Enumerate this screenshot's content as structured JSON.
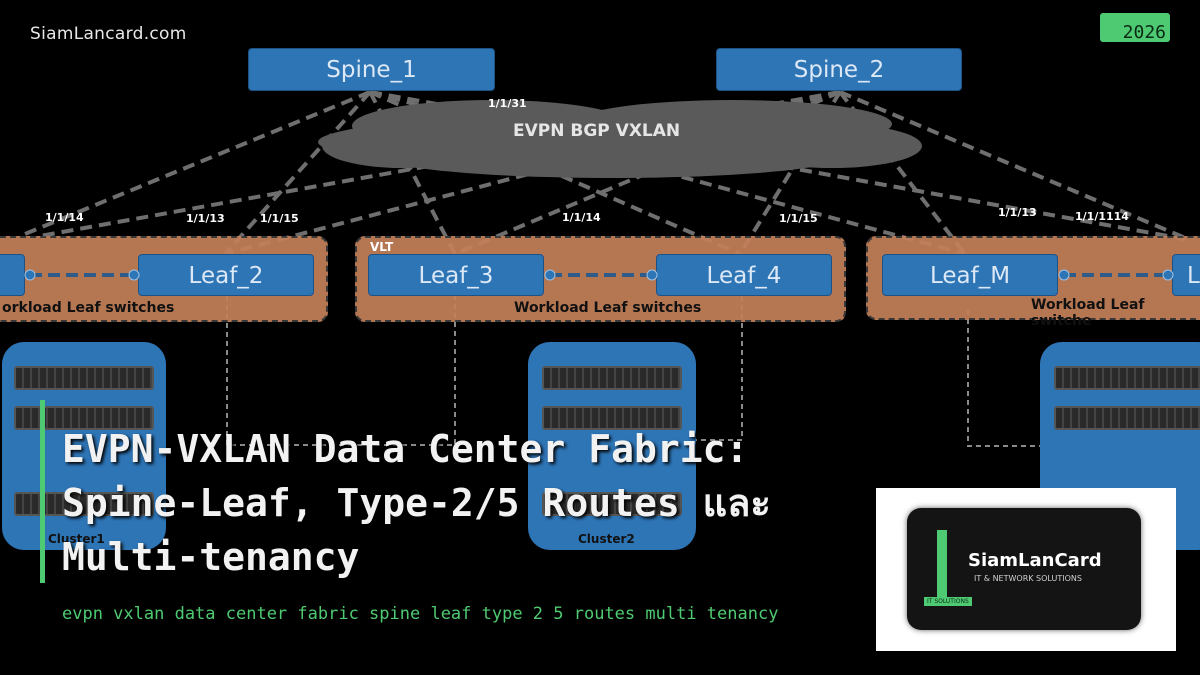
{
  "header": {
    "site": "SiamLancard.com",
    "year": "2026"
  },
  "diagram": {
    "spines": [
      "Spine_1",
      "Spine_2"
    ],
    "cloud": "EVPN BGP VXLAN",
    "ports": [
      "1/1/31",
      "1/1/14",
      "1/1/13",
      "1/1/15",
      "1/1/14",
      "1/1/15",
      "1/1/13",
      "1/1/1114"
    ],
    "vlt": "VLT",
    "leaves": [
      "Leaf_2",
      "Leaf_3",
      "Leaf_4",
      "Leaf_M",
      "L"
    ],
    "group_label": "Workload Leaf switches",
    "group_label_left": "orkload Leaf switches",
    "group_label_right": "Workload Leaf switche",
    "clusters": [
      "Cluster1",
      "Cluster2"
    ]
  },
  "article": {
    "title_line1": "EVPN-VXLAN Data Center Fabric:",
    "title_line2": "Spine-Leaf, Type-2/5 Routes และ",
    "title_line3": "Multi-tenancy",
    "subtitle": "evpn vxlan data center fabric spine leaf type 2 5 routes multi tenancy"
  },
  "logo": {
    "name": "SiamLanCard",
    "tagline": "IT & NETWORK SOLUTIONS",
    "badge": "IT SOLUTIONS"
  },
  "colors": {
    "accent": "#4ecb72",
    "node": "#2e75b6",
    "group": "#c5805a"
  }
}
